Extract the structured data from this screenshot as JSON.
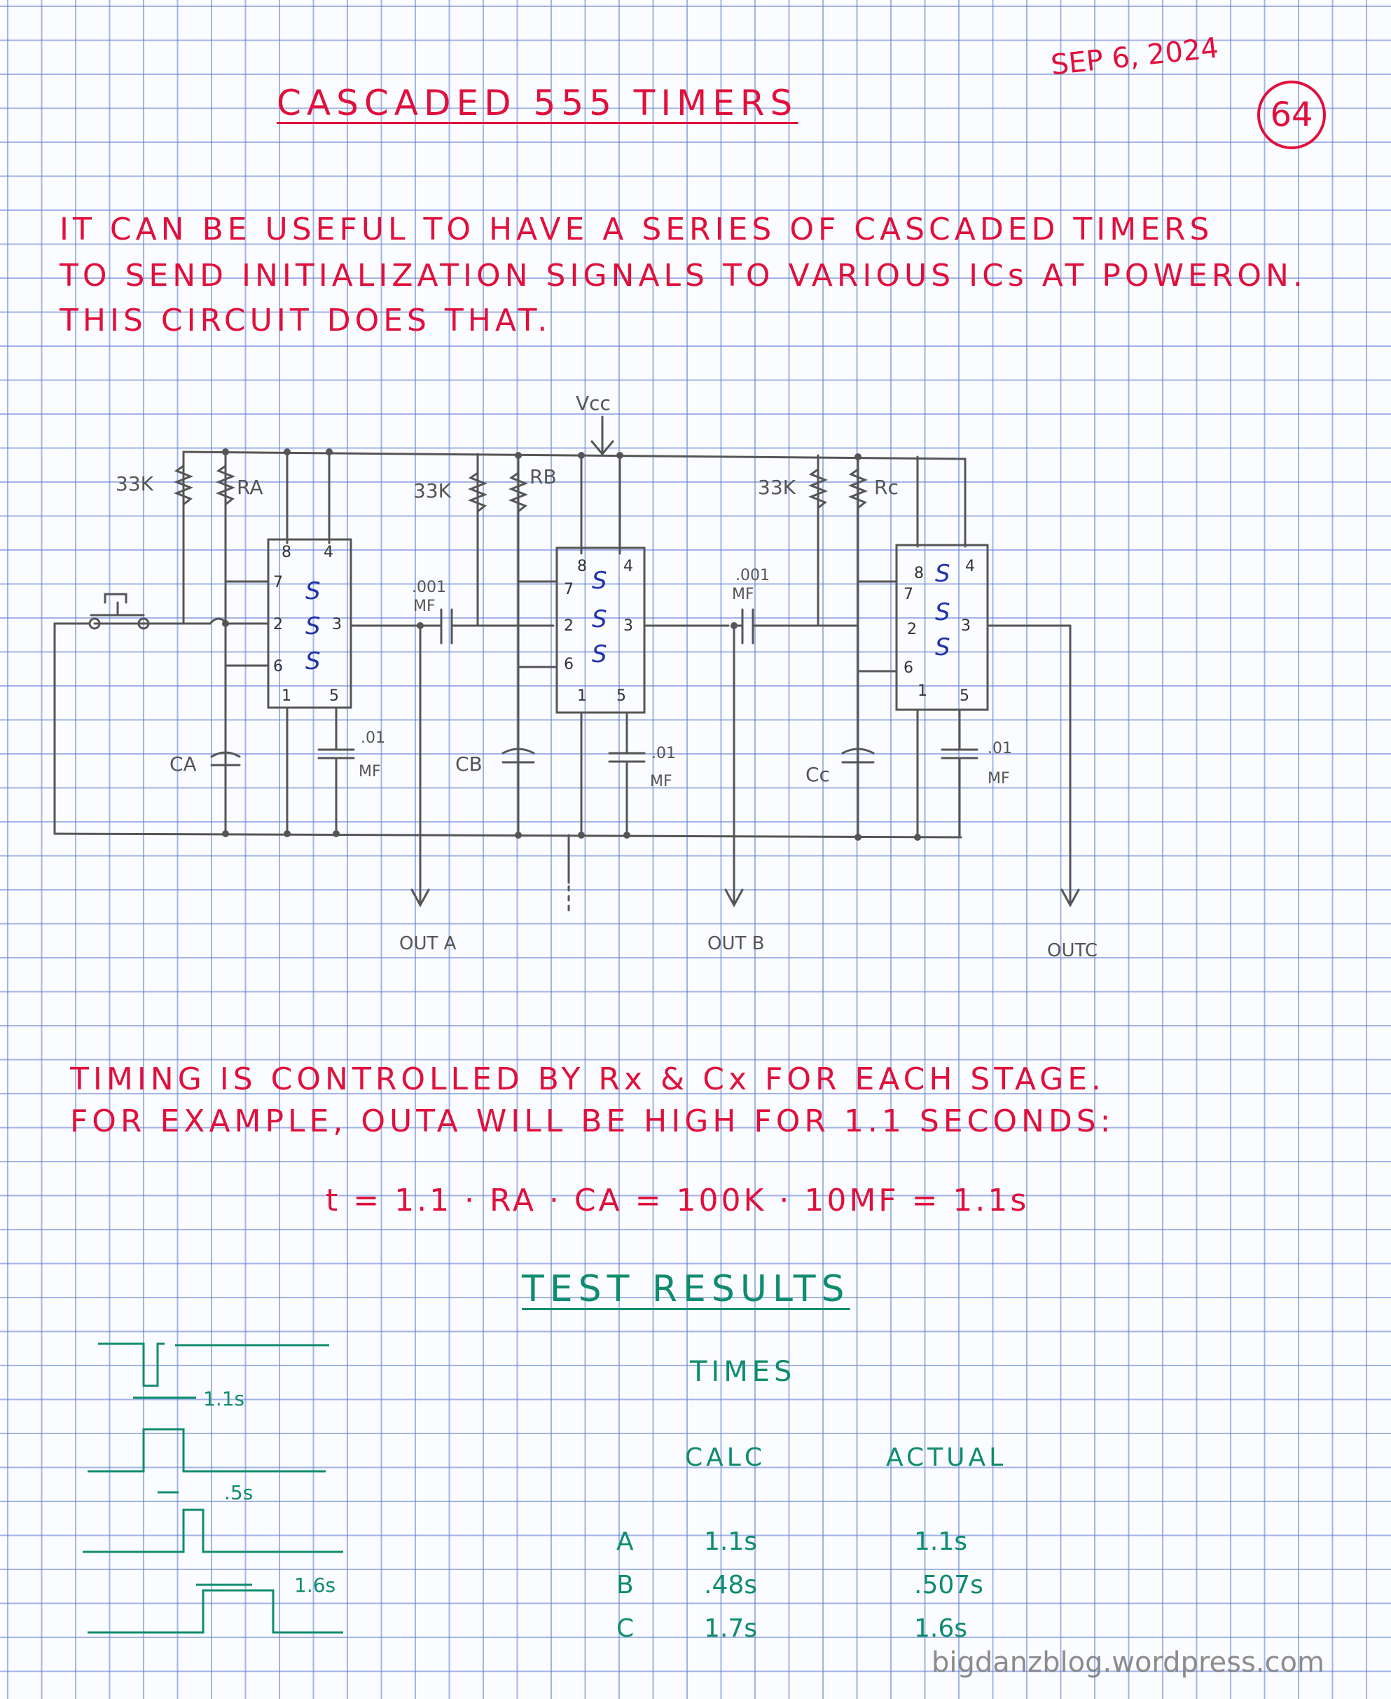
{
  "header": {
    "title": "CASCADED 555 TIMERS",
    "date": "SEP 6, 2024",
    "page_number": "64"
  },
  "intro": {
    "line1": "IT CAN BE USEFUL TO HAVE A SERIES OF CASCADED TIMERS",
    "line2": "TO SEND INITIALIZATION SIGNALS TO VARIOUS ICs AT POWERON.",
    "line3": "THIS CIRCUIT DOES THAT."
  },
  "schematic": {
    "vcc": "Vcc",
    "r33k_a": "33K",
    "r33k_b": "33K",
    "r33k_c": "33K",
    "ra": "RA",
    "rb": "RB",
    "rc": "Rc",
    "ca": "CA",
    "cb": "CB",
    "cc": "Cc",
    "cap_001": ".001",
    "mf": "MF",
    "cap_01": ".01",
    "pin_8": "8",
    "pin_4": "4",
    "pin_7": "7",
    "pin_2": "2",
    "pin_3": "3",
    "pin_6": "6",
    "pin_1": "1",
    "pin_5": "5",
    "chip_mark": "S",
    "out_a": "OUT A",
    "out_b": "OUT B",
    "out_c": "OUTC"
  },
  "timing": {
    "line1": "TIMING IS CONTROLLED BY Rx & Cx FOR EACH STAGE.",
    "line2": "FOR EXAMPLE, OUTA WILL BE HIGH FOR 1.1 SECONDS:",
    "formula": "t = 1.1 · RA · CA = 100K · 10MF = 1.1s"
  },
  "test_results": {
    "title": "TEST RESULTS",
    "times_header": "TIMES",
    "calc_header": "CALC",
    "actual_header": "ACTUAL",
    "rows": [
      {
        "label": "A",
        "calc": "1.1s",
        "actual": "1.1s"
      },
      {
        "label": "B",
        "calc": ".48s",
        "actual": ".507s"
      },
      {
        "label": "C",
        "calc": "1.7s",
        "actual": "1.6s"
      }
    ],
    "waveform_labels": {
      "t1": "1.1s",
      "t2": ".5s",
      "t3": "1.6s"
    }
  },
  "watermark": "bigdanzblog.wordpress.com",
  "colors": {
    "red_ink": "#e0103c",
    "green_ink": "#0e8c6e",
    "pencil": "#555555",
    "grid": "#5a78d2"
  }
}
